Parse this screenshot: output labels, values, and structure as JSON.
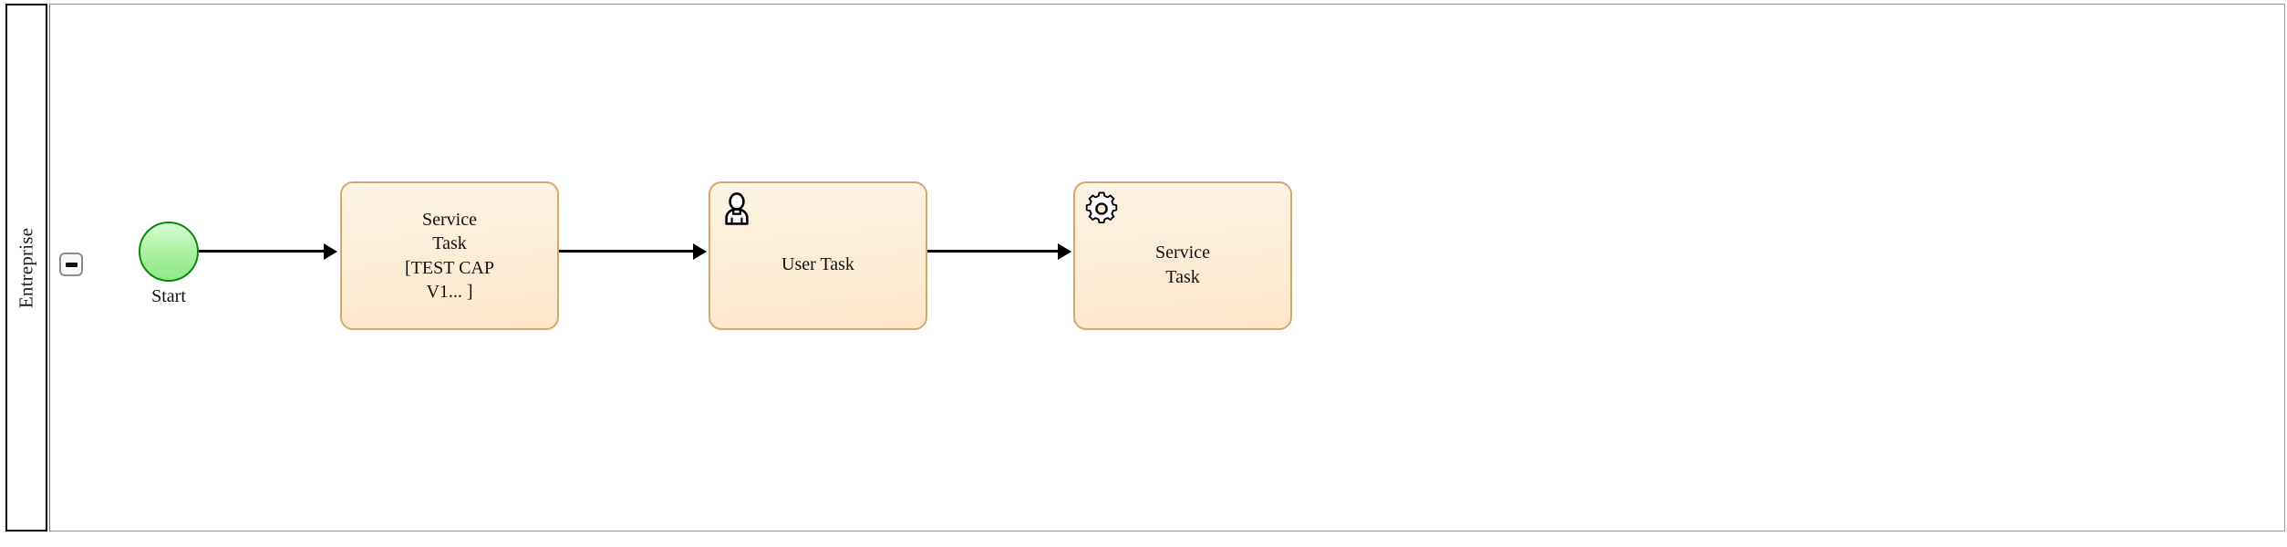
{
  "diagram": {
    "type": "bpmn-process",
    "pool": {
      "lane_label": "Entreprise",
      "collapse_button_icon": "minus-icon"
    },
    "colors": {
      "task_fill": "#fcecd6",
      "task_border": "#d4a86a",
      "start_fill": "#a9f0a0",
      "start_border": "#0a8a0a",
      "flow_stroke": "#000000",
      "lane_border": "#000000"
    },
    "nodes": [
      {
        "id": "start",
        "kind": "start-event",
        "label": "Start",
        "icon": "none"
      },
      {
        "id": "task-1",
        "kind": "service-task",
        "label": "Service\nTask\n[TEST CAP\nV1... ]",
        "icon": "none"
      },
      {
        "id": "task-2",
        "kind": "user-task",
        "label": "User Task",
        "icon": "user-icon"
      },
      {
        "id": "task-3",
        "kind": "service-task",
        "label": "Service\nTask",
        "icon": "gear-icon"
      }
    ],
    "flows": [
      {
        "id": "flow-1",
        "from": "start",
        "to": "task-1",
        "label": ""
      },
      {
        "id": "flow-2",
        "from": "task-1",
        "to": "task-2",
        "label": ""
      },
      {
        "id": "flow-3",
        "from": "task-2",
        "to": "task-3",
        "label": ""
      }
    ]
  }
}
